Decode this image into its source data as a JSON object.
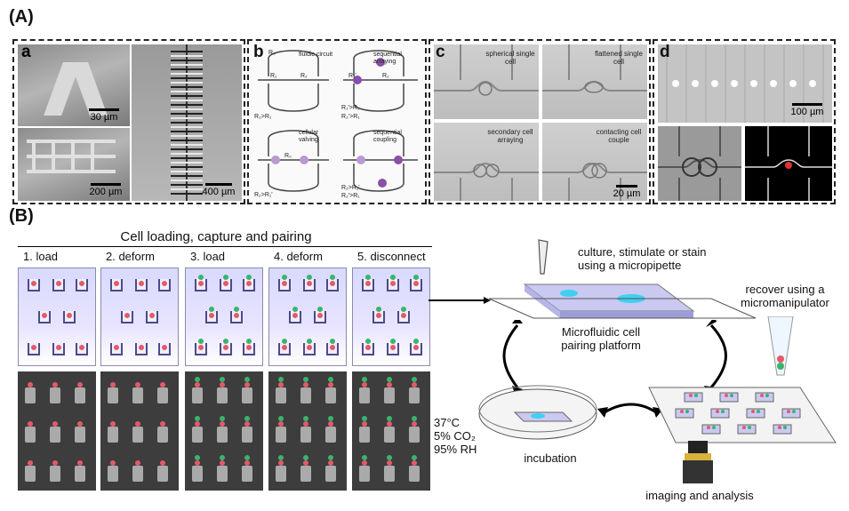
{
  "panel_A": {
    "label": "(A)",
    "a": {
      "label": "a",
      "scale_1": "30 µm",
      "scale_2": "200 µm",
      "scale_3": "400 µm"
    },
    "b": {
      "label": "b",
      "q1": {
        "title": "fluidic circuit",
        "cond": "R₂>R₁",
        "r0": "R₀",
        "r1": "R₁",
        "r2": "R₂"
      },
      "q2": {
        "title": "sequential arraying",
        "cond1": "R₁'>R₂",
        "cond2": "R₂'>R₁",
        "r1": "R₁'",
        "r2": "R₂"
      },
      "q3": {
        "title": "cellular valving",
        "cond": "R₂>R₁'",
        "r1": "R₁'",
        "r0": "R₀",
        "r2": "R₂'"
      },
      "q4": {
        "title": "sequential coupling",
        "cond1": "R₂>R₁'",
        "cond2": "R₂'>R₁",
        "r1": "R₁'",
        "r2": "R₂'"
      }
    },
    "c": {
      "label": "c",
      "tl": "spherical single cell",
      "tr": "flattened single cell",
      "bl": "secondary cell arraying",
      "br": "contacting cell couple",
      "scale": "20 µm"
    },
    "d": {
      "label": "d",
      "scale": "100 µm"
    }
  },
  "panel_B": {
    "label": "(B)",
    "header": "Cell loading, capture and pairing",
    "steps": [
      "1. load",
      "2. deform",
      "3. load",
      "4. deform",
      "5. disconnect"
    ],
    "culture_text": "culture, stimulate or stain using a micropipette",
    "platform_text": "Microfluidic cell pairing platform",
    "recover_text": "recover using a micromanipulator",
    "incubation_lines": [
      "37°C",
      "5% CO₂",
      "95% RH"
    ],
    "incubation_label": "incubation",
    "imaging_label": "imaging and analysis"
  },
  "colors": {
    "dish_cell_red": "#e35a6a",
    "dish_cell_green": "#3bb36b",
    "chip_blue": "#c9c9f2",
    "drop_cyan": "#3fd0f0"
  }
}
